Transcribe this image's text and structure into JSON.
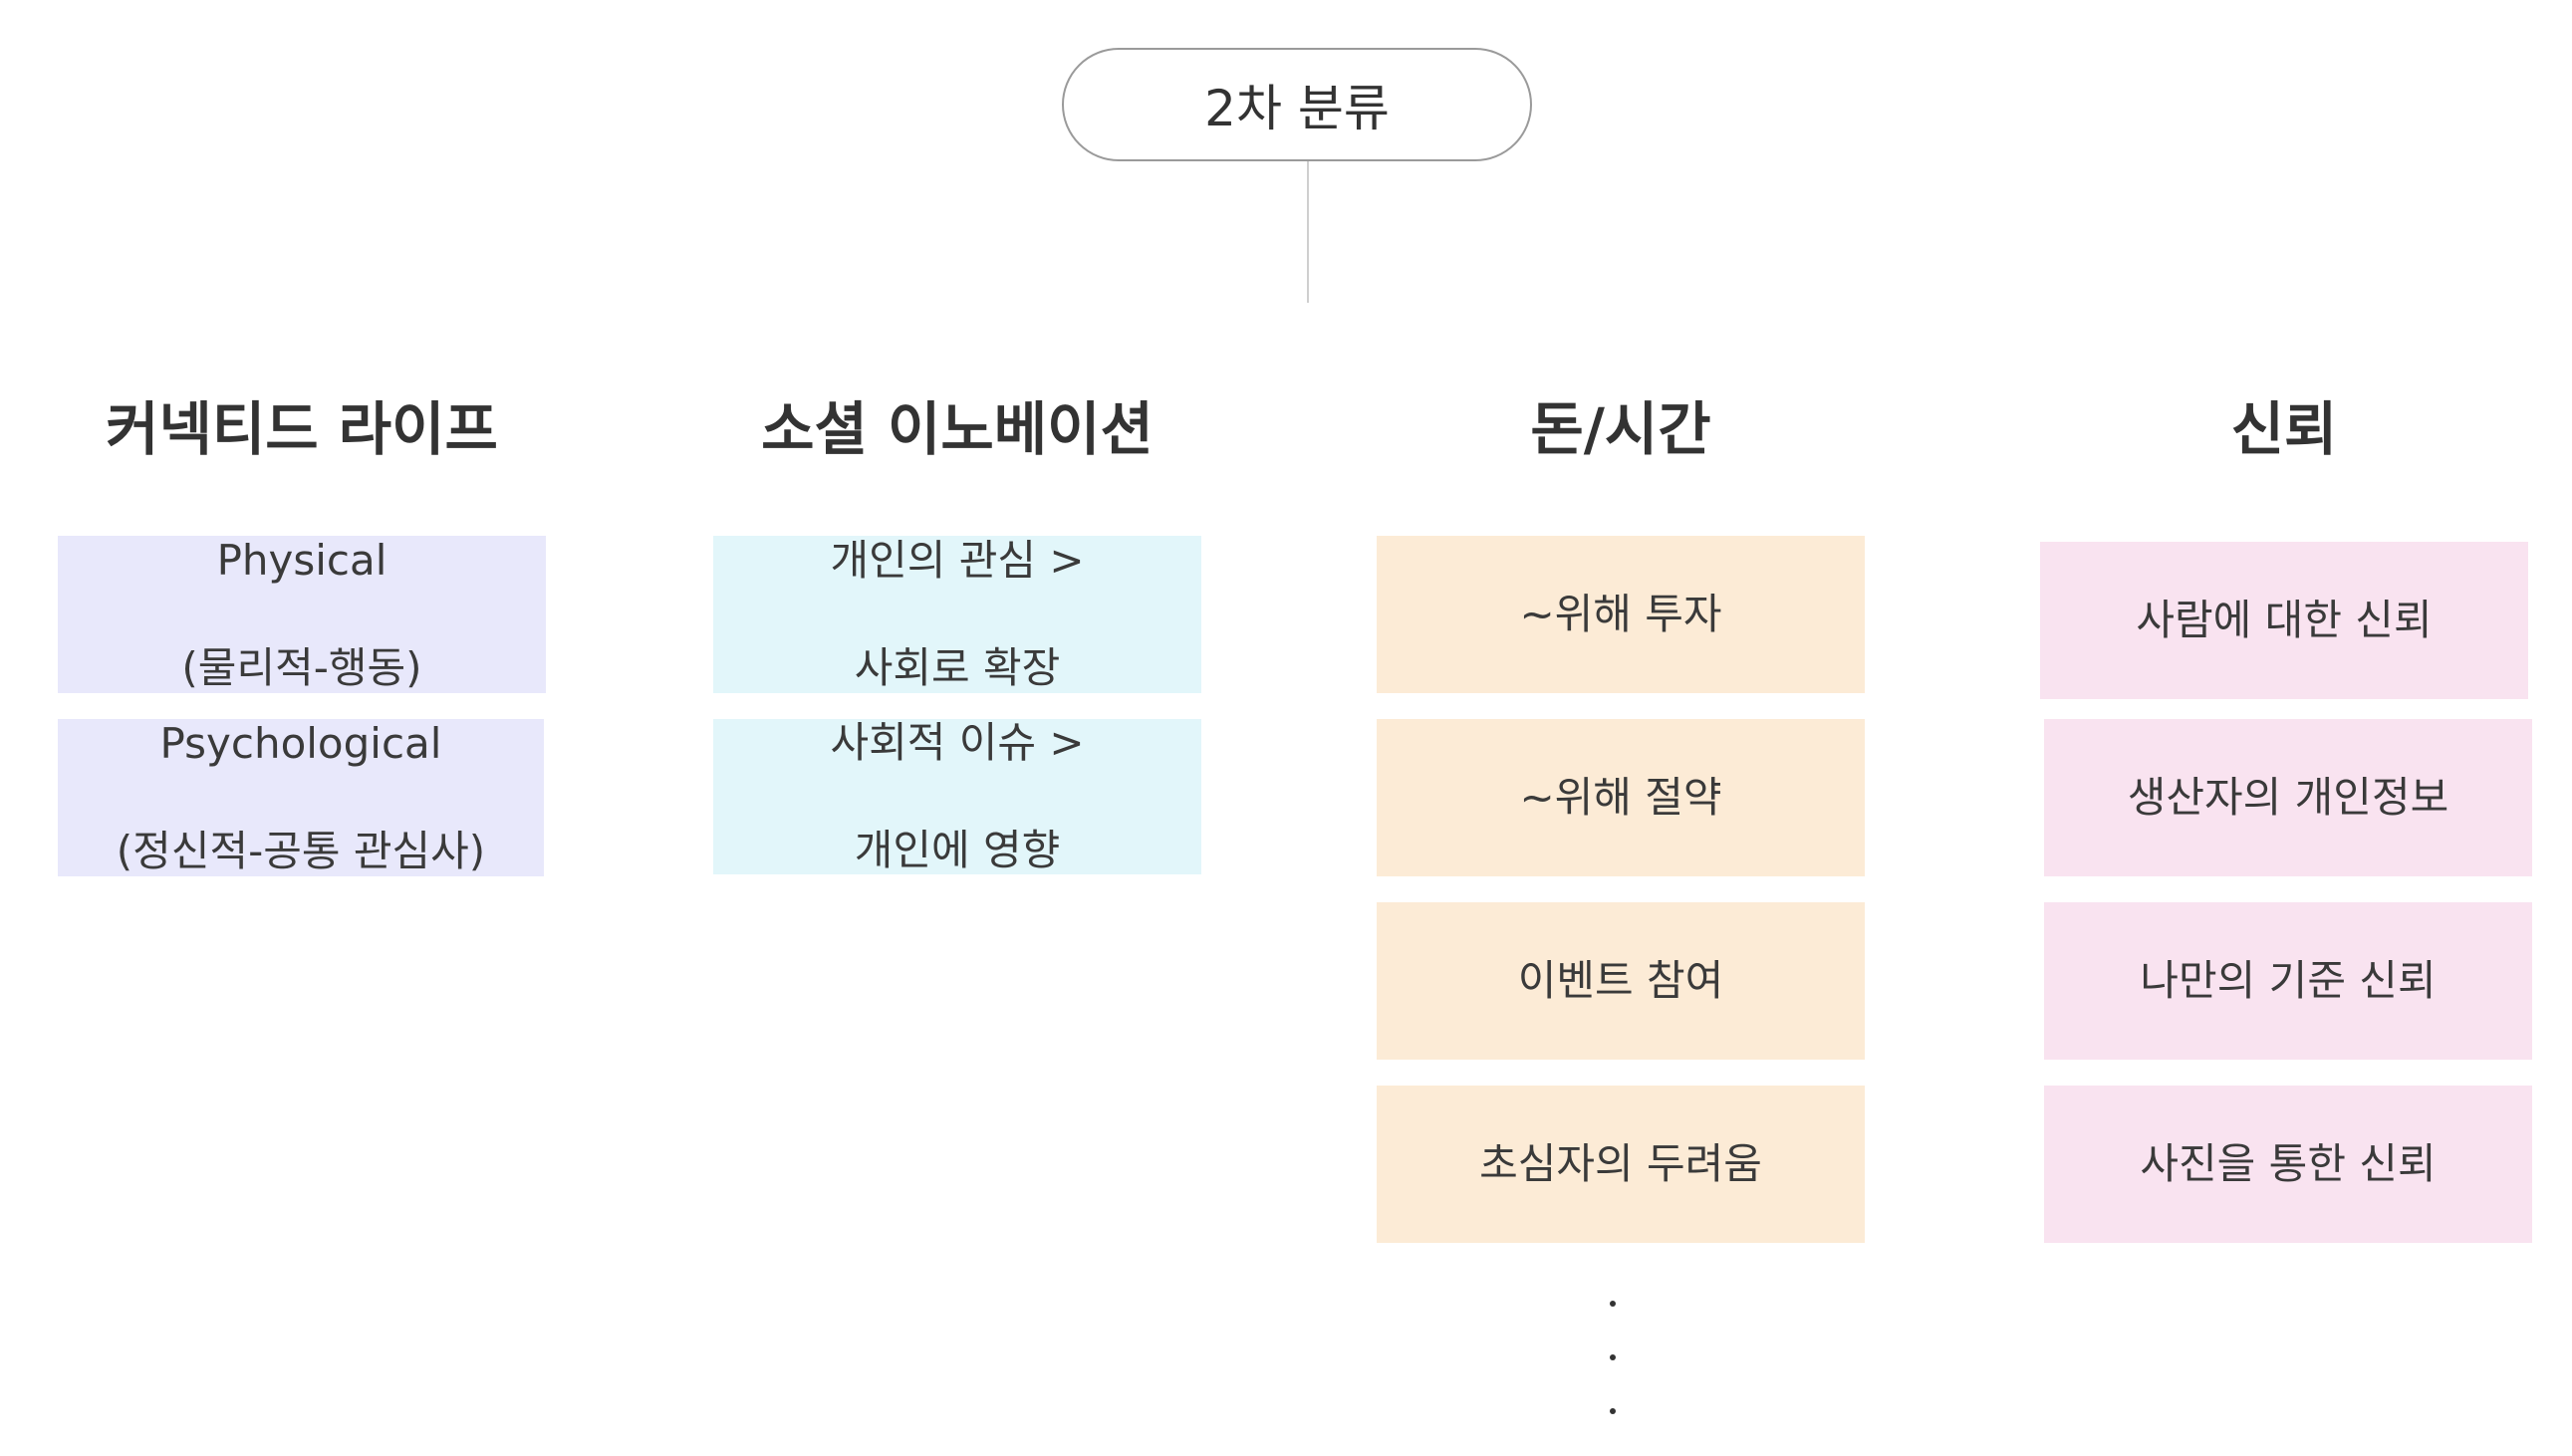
{
  "root": {
    "label": "2차 분류"
  },
  "columns": [
    {
      "title": "커넥티드 라이프",
      "items": [
        {
          "line1": "Physical",
          "line2": "(물리적-행동)"
        },
        {
          "line1": "Psychological",
          "line2": "(정신적-공통 관심사)"
        }
      ]
    },
    {
      "title": "소셜 이노베이션",
      "items": [
        {
          "line1": "개인의 관심 >",
          "line2": "사회로 확장"
        },
        {
          "line1": "사회적 이슈 >",
          "line2": "개인에 영향"
        }
      ]
    },
    {
      "title": "돈/시간",
      "items": [
        {
          "line1": "~위해 투자"
        },
        {
          "line1": "~위해 절약"
        },
        {
          "line1": "이벤트 참여"
        },
        {
          "line1": "초심자의 두려움"
        }
      ]
    },
    {
      "title": "신뢰",
      "items": [
        {
          "line1": "사람에 대한 신뢰"
        },
        {
          "line1": "생산자의 개인정보"
        },
        {
          "line1": "나만의 기준 신뢰"
        },
        {
          "line1": "사진을 통한 신뢰"
        }
      ]
    }
  ],
  "colors": {
    "purple": "#e8e8fb",
    "cyan": "#e2f6fa",
    "peach": "#fcebd6",
    "pink": "#f9e3f0"
  }
}
